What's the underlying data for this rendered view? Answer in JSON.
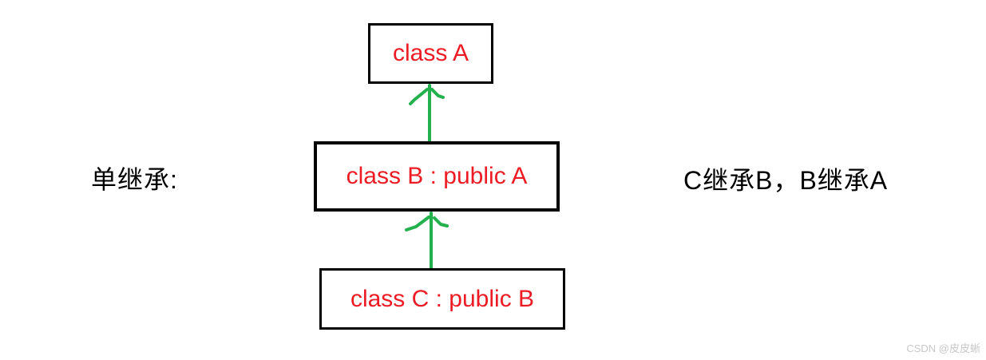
{
  "diagram": {
    "left_label": "单继承:",
    "right_note": "C继承B，B继承A",
    "boxes": [
      {
        "name": "A",
        "text": "class A"
      },
      {
        "name": "B",
        "text": "class B : public A"
      },
      {
        "name": "C",
        "text": "class C : public B"
      }
    ],
    "arrows": [
      {
        "name": "b-to-a",
        "direction": "up"
      },
      {
        "name": "c-to-b",
        "direction": "up"
      }
    ],
    "colors": {
      "box_border": "#000000",
      "class_text": "#ed1c24",
      "arrow": "#22b14c",
      "label_text": "#000000"
    }
  },
  "watermark": {
    "text": "CSDN @皮皮蜥",
    "color": "#c8c8c8"
  }
}
